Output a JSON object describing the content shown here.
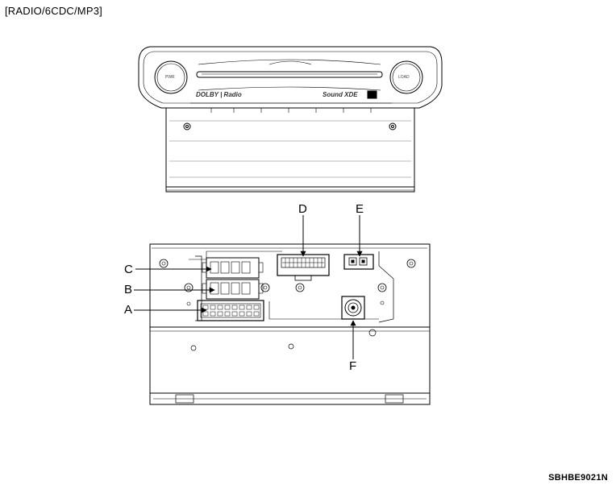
{
  "header": {
    "title": "[RADIO/6CDC/MP3]"
  },
  "front_unit": {
    "left_knob_text": "PWR",
    "right_knob_text": "LOAD",
    "logo_left": "DOLBY | Radio",
    "logo_right": "Sound XDE"
  },
  "connector_labels": {
    "a": "A",
    "b": "B",
    "c": "C",
    "d": "D",
    "e": "E",
    "f": "F"
  },
  "footer": {
    "figure_code": "SBHBE9021N"
  }
}
